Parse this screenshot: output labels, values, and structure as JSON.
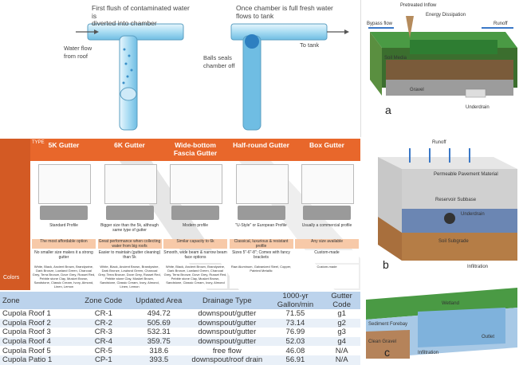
{
  "flush_diagram": {
    "caption_left": "First flush of contaminated water is\ndiverted into chamber",
    "caption_right": "Once chamber is full fresh water\nflows to tank",
    "label_inflow": "Water flow\nfrom roof",
    "label_seal": "Balls seals\nchamber off",
    "label_tank": "To tank"
  },
  "gutter_chart": {
    "type_label": "TYPE",
    "colors_label": "Colors",
    "columns": [
      {
        "title": "5K Gutter",
        "profile": "Standard Profile",
        "note1": "The most affordable option",
        "note2": "No smaller size makes it a strong gutter",
        "colors": "White, Black, Ancient Brown, Brandywine, Dark Bronze, Lowland Green, Charcoal Grey, Terra Bronze, Dove Grey, Russet Red, Pebble stone Clay, Musket Brown, Sandstone, Classic Cream, Ivory, Almond, Linen, Lemon"
      },
      {
        "title": "6K Gutter",
        "profile": "Bigger size than the 5k, although same type of gutter",
        "note1": "Great performance when collecting water from big roofs",
        "note2": "Easier to maintain (gutter cleaning) than 5k",
        "colors": "White, Black, Ancient Brown, Brandywine, Dark Bronze, Lowland Green, Charcoal Grey, Terra Bronze, Dove Grey, Russet Red, Pebble stone Clay, Musket Brown, Sandstone, Classic Cream, Ivory, Almond, Linen, Lemon"
      },
      {
        "title": "Wide-bottom Fascia Gutter",
        "profile": "Modern profile",
        "note1": "Similar capacity to 6k",
        "note2": "Smooth, wide beam & narrow beam face options",
        "colors": "White, Black, Ancient Brown, Brandywine, Dark Bronze, Lowland Green, Charcoal Grey, Terra Bronze, Dove Grey, Russet Red, Pebble stone Clay, Musket Brown, Sandstone, Classic Cream, Ivory, Almond"
      },
      {
        "title": "Half-round Gutter",
        "profile": "\"U-Style\" or European Profile",
        "note1": "Classical, luxurious & resistant profile",
        "note2": "Sizes 5\"-6\"-8\"; Comes with fancy brackets",
        "colors": "Raw Aluminum, Galvanized Steel, Copper, Painted Metallic"
      },
      {
        "title": "Box Gutter",
        "profile": "Usually a commercial profile",
        "note1": "Any size available",
        "note2": "Custom-made",
        "colors": "Custom-made"
      }
    ]
  },
  "bioretention": {
    "label_letter": "a",
    "labels": [
      "Pretreated Inflow",
      "Energy Dissipation",
      "Bypass flow",
      "Runoff",
      "Soil Media",
      "Gravel",
      "Underdrain"
    ]
  },
  "permeable": {
    "label_letter": "b",
    "labels": [
      "Runoff",
      "Permeable Pavement Material",
      "Reservoir Subbase",
      "Underdrain",
      "Soil Subgrade",
      "Infiltration"
    ]
  },
  "trench": {
    "label_letter": "c",
    "labels": [
      "Wetland",
      "Sediment Forebay",
      "Outlet",
      "Clean Gravel",
      "Infiltration"
    ]
  },
  "zone_table": {
    "headers": [
      "Zone",
      "Zone Code",
      "Updated Area",
      "Drainage Type",
      "1000-yr Gallon/min",
      "Gutter Code"
    ],
    "rows": [
      [
        "Cupola Roof 1",
        "CR-1",
        "494.72",
        "downspout/gutter",
        "71.55",
        "g1"
      ],
      [
        "Cupola Roof 2",
        "CR-2",
        "505.69",
        "downspout/gutter",
        "73.14",
        "g2"
      ],
      [
        "Cupola Roof 3",
        "CR-3",
        "532.31",
        "downspout/gutter",
        "76.99",
        "g3"
      ],
      [
        "Cupola Roof 4",
        "CR-4",
        "359.75",
        "downspout/gutter",
        "52.03",
        "g4"
      ],
      [
        "Cupola Roof 5",
        "CR-5",
        "318.6",
        "free flow",
        "46.08",
        "N/A"
      ],
      [
        "Cupola Patio 1",
        "CP-1",
        "393.5",
        "downspout/roof drain",
        "56.91",
        "N/A"
      ]
    ]
  },
  "colors": {
    "gutter_header": "#e8672b",
    "gutter_note": "#f7c9a8",
    "table_header": "#bcd3ec",
    "table_alt": "#e9f0f8",
    "pipe": "#9fd3ef",
    "grass": "#3f8f3a"
  }
}
